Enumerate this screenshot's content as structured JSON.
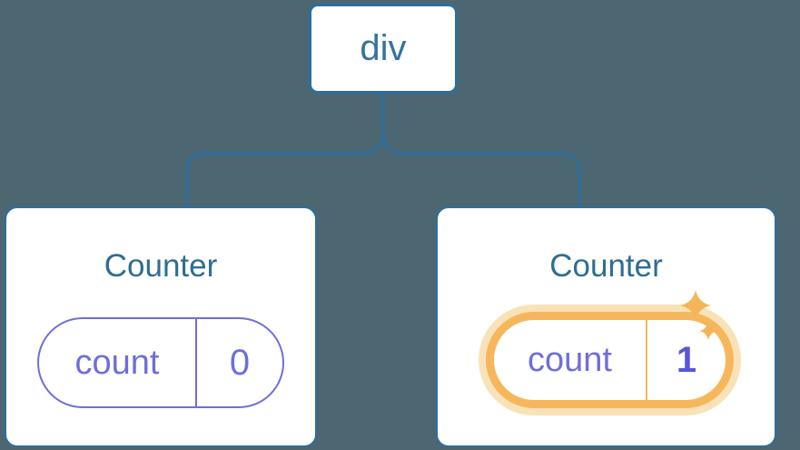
{
  "palette": {
    "bg": "#4C6772",
    "line": "#2E6E9C",
    "node_text": "#3573A0",
    "title": "#2F6D93",
    "purple": "#6E6EDB",
    "value_bold": "#5757D6",
    "orange": "#F6B75C",
    "orange_glow": "#FAE2B8",
    "sparkle": "#F2B658",
    "card_bg": "#FFFFFF"
  },
  "tree": {
    "root": {
      "label": "div"
    },
    "children": [
      {
        "title": "Counter",
        "state": {
          "key": "count",
          "value": "0"
        },
        "highlighted": false
      },
      {
        "title": "Counter",
        "state": {
          "key": "count",
          "value": "1"
        },
        "highlighted": true,
        "icon": "sparkles-icon"
      }
    ]
  }
}
